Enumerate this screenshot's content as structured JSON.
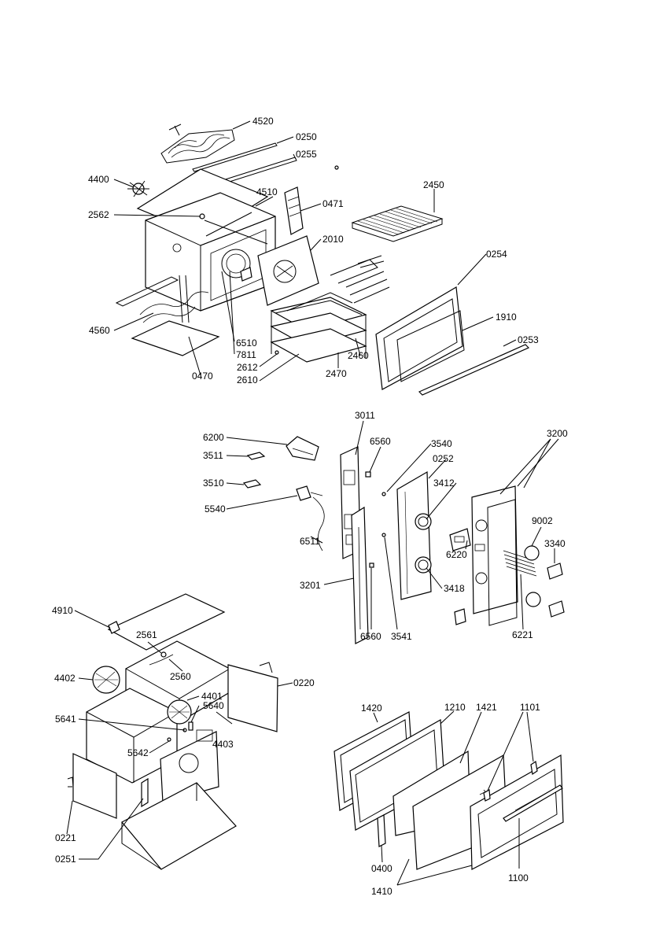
{
  "labels": {
    "l4520": "4520",
    "l0250": "0250",
    "l0255": "0255",
    "l4400": "4400",
    "l4510": "4510",
    "l0471": "0471",
    "l2450": "2450",
    "l2562": "2562",
    "l2010": "2010",
    "l0254": "0254",
    "l1910": "1910",
    "l0253": "0253",
    "l4560": "4560",
    "l6510": "6510",
    "l7811": "7811",
    "l2612": "2612",
    "l2610": "2610",
    "l2460": "2460",
    "l2470": "2470",
    "l0470": "0470",
    "l3011": "3011",
    "l6200": "6200",
    "l6560a": "6560",
    "l3540": "3540",
    "l3200": "3200",
    "l3511": "3511",
    "l0252": "0252",
    "l3510": "3510",
    "l3412": "3412",
    "l5540": "5540",
    "l9002": "9002",
    "l3340": "3340",
    "l6511": "6511",
    "l6220": "6220",
    "l3201": "3201",
    "l3418": "3418",
    "l6560b": "6560",
    "l3541": "3541",
    "l6221": "6221",
    "l4910": "4910",
    "l2561": "2561",
    "l2560": "2560",
    "l4402": "4402",
    "l0220": "0220",
    "l4401": "4401",
    "l5640": "5640",
    "l5641": "5641",
    "l4403": "4403",
    "l5642": "5642",
    "l0221": "0221",
    "l0251": "0251",
    "l1420": "1420",
    "l1210": "1210",
    "l1421": "1421",
    "l1101": "1101",
    "l0400": "0400",
    "l1410": "1410",
    "l1100": "1100"
  }
}
